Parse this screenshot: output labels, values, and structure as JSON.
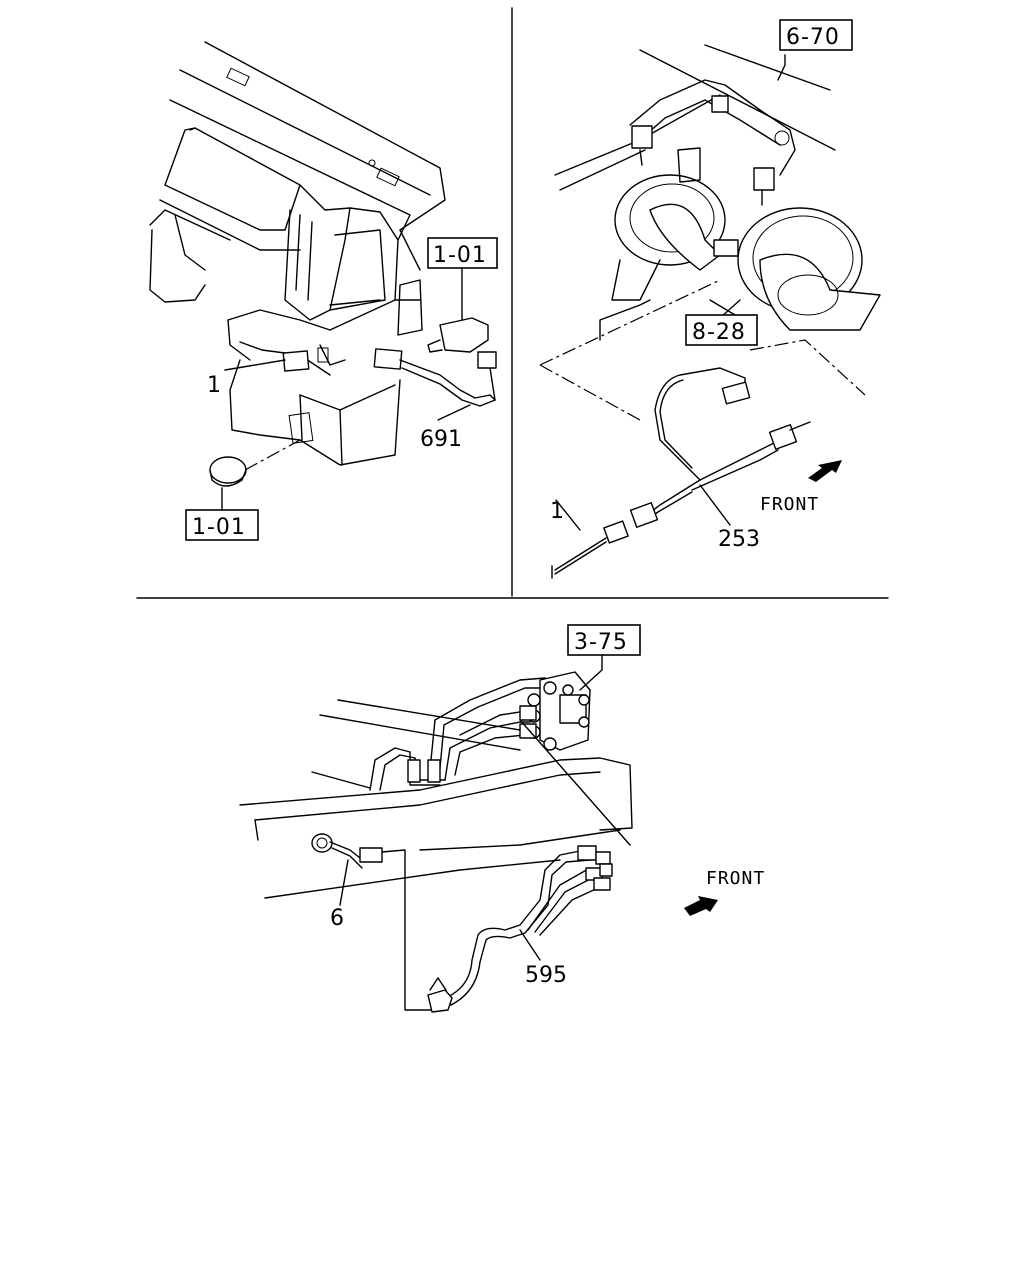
{
  "panel_top_left": {
    "ref_switch": "1-01",
    "ref_cap": "1-01",
    "part_harness_lead": "1",
    "part_switch_harness": "691"
  },
  "panel_top_right": {
    "ref_frame": "6-70",
    "ref_horn": "8-28",
    "part_lead": "1",
    "part_horn_harness": "253",
    "front_label": "FRONT"
  },
  "panel_bottom": {
    "ref_valve": "3-75",
    "part_sensor_lead": "6",
    "part_abs_harness": "595",
    "front_label": "FRONT"
  }
}
